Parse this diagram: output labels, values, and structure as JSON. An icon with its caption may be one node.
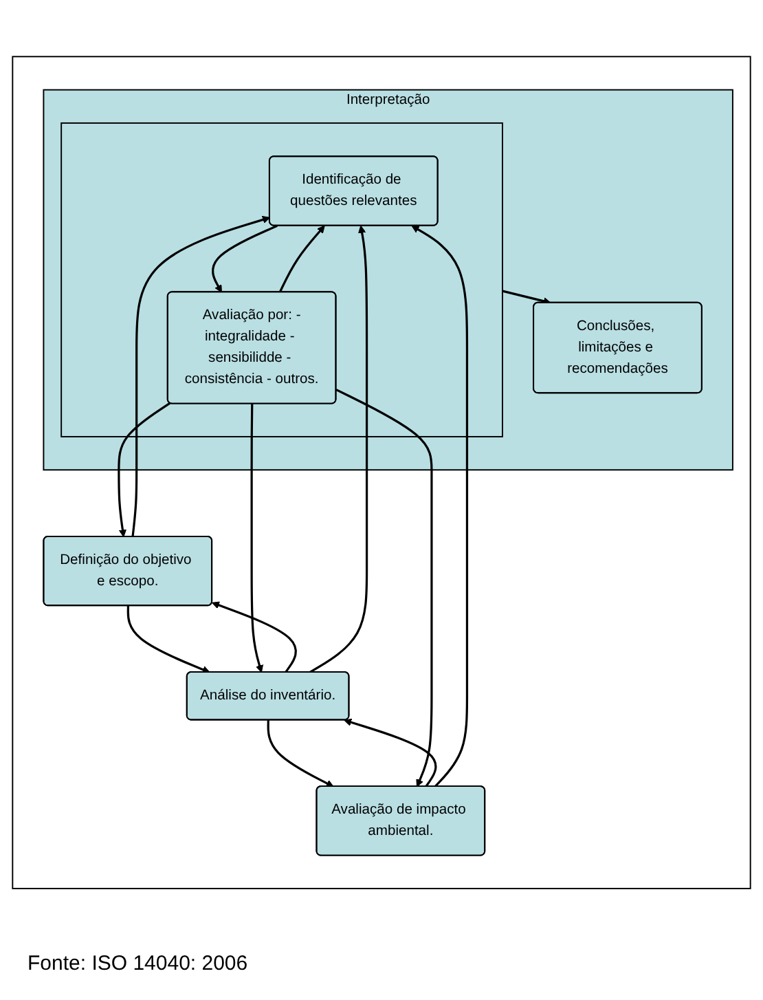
{
  "diagram": {
    "caption": "Fonte: ISO 14040: 2006",
    "nodes": [
      {
        "text": [],
        "shape": "box"
      },
      {
        "text": [
          "Definição do objetivo e escopo."
        ],
        "in": 0
      },
      {
        "text": [
          "Análise do inventário."
        ],
        "in": 0
      },
      {
        "text": [
          "Avaliação de impacto ambiental."
        ],
        "in": 0
      },
      {
        "text": [
          "Interpretação"
        ],
        "in": 0
      },
      {
        "text": [],
        "shape": "box",
        "in": 4
      },
      {
        "text": [
          "Identificação de questões relevantes"
        ],
        "in": 5
      },
      {
        "text": [
          "Avaliação por: -integralidade - sensibilidde - consistência - outros."
        ],
        "in": 5
      },
      {
        "text": [
          "Conclusões, limitações e recomendações"
        ],
        "in": 4
      }
    ],
    "edges": [
      {
        "from": 1,
        "to": 2,
        "arrow": "to"
      },
      {
        "from": 2,
        "to": 1,
        "arrow": "to"
      },
      {
        "from": 2,
        "to": 3,
        "arrow": "to"
      },
      {
        "from": 3,
        "to": 2,
        "arrow": "to"
      },
      {
        "from": 6,
        "to": 7,
        "arrow": "to"
      },
      {
        "from": 7,
        "to": 6,
        "arrow": "to"
      },
      {
        "from": 5,
        "to": 8,
        "arrow": "to"
      },
      {
        "from": 1,
        "to": 6,
        "arrow": "to"
      },
      {
        "from": 2,
        "to": 6,
        "arrow": "to"
      },
      {
        "from": 3,
        "to": 6,
        "arrow": "to"
      },
      {
        "from": 7,
        "to": 1,
        "arrow": "to"
      },
      {
        "from": 7,
        "to": 2,
        "arrow": "to"
      },
      {
        "from": 7,
        "to": 3,
        "arrow": "to"
      }
    ]
  }
}
